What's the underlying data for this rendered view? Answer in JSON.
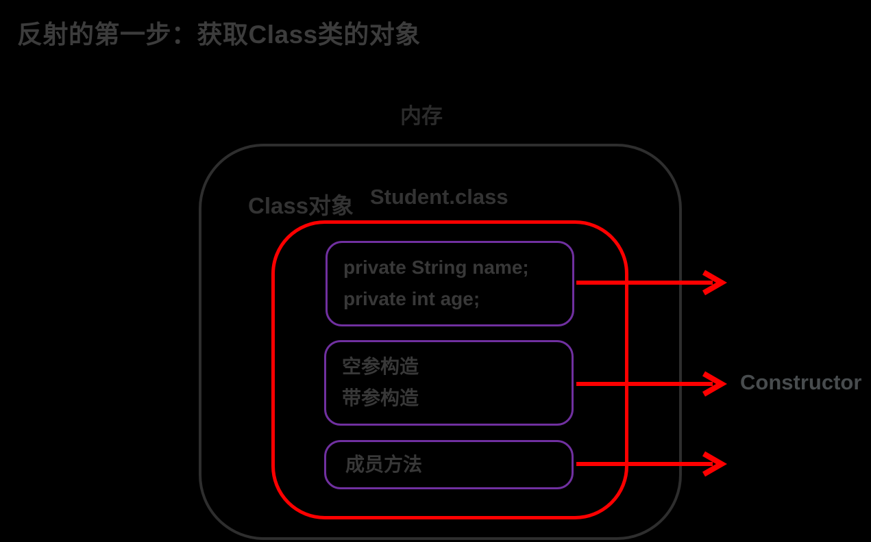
{
  "title": "反射的第一步：获取Class类的对象",
  "diagram": {
    "memory_label": "内存",
    "class_object_label": "Class对象",
    "class_file_label": "Student.class",
    "fields_box": {
      "line1": "private String name;",
      "line2": "private int age;"
    },
    "constructors_box": {
      "line1": "空参构造",
      "line2": "带参构造"
    },
    "methods_box": {
      "line1": "成员方法"
    },
    "constructor_annotation": "Constructor"
  },
  "colors": {
    "background": "#000000",
    "title_text": "#3c3c3c",
    "memory_box_border": "#2e2e2e",
    "class_object_box_border": "#fe0000",
    "member_box_border": "#7030a0",
    "member_text": "#383838",
    "arrow": "#fe0000",
    "annotation_text": "#484c4e"
  }
}
